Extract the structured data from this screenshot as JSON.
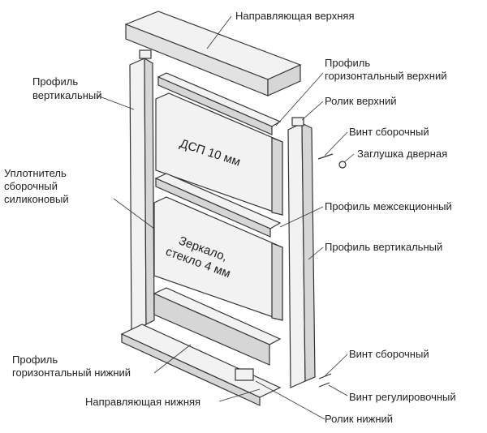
{
  "title": "Sliding door assembly diagram",
  "labels": {
    "top_rail": "Направляющая верхняя",
    "vertical_profile_left_1": "Профиль",
    "vertical_profile_left_2": "вертикальный",
    "horizontal_top_1": "Профиль",
    "horizontal_top_2": "горизонтальный верхний",
    "top_roller": "Ролик верхний",
    "assembly_screw_top": "Винт сборочный",
    "door_cap": "Заглушка дверная",
    "seal_1": "Уплотнитель",
    "seal_2": "сборочный",
    "seal_3": "силиконовый",
    "intersection_profile": "Профиль межсекционный",
    "vertical_profile_right": "Профиль вертикальный",
    "horizontal_bottom_1": "Профиль",
    "horizontal_bottom_2": "горизонтальный нижний",
    "assembly_screw_bottom": "Винт сборочный",
    "bottom_rail": "Направляющая нижняя",
    "adjusting_screw": "Винт регулировочный",
    "bottom_roller": "Ролик нижний"
  },
  "panels": {
    "chipboard_1": "ДСП 10 мм",
    "mirror_1": "Зеркало,",
    "mirror_2": "стекло 4 мм"
  },
  "colors": {
    "line": "#333333",
    "fill": "#f2f2f2",
    "shade": "#d6d6d6"
  }
}
